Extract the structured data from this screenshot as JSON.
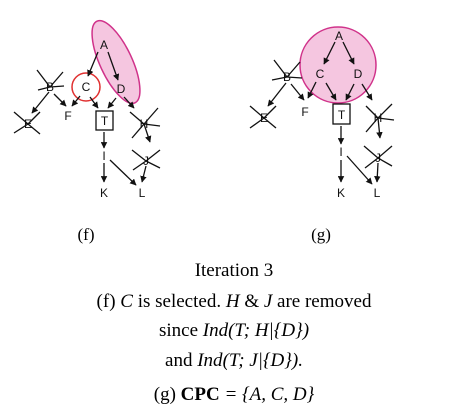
{
  "panels": {
    "f": {
      "label": "(f)",
      "nodes": {
        "A": "A",
        "B": "B",
        "C": "C",
        "D": "D",
        "E": "E",
        "F": "F",
        "T": "T",
        "H": "H",
        "I": "I",
        "J": "J",
        "K": "K",
        "L": "L"
      }
    },
    "g": {
      "label": "(g)",
      "nodes": {
        "A": "A",
        "B": "B",
        "C": "C",
        "D": "D",
        "E": "E",
        "F": "F",
        "T": "T",
        "H": "H",
        "I": "I",
        "J": "J",
        "K": "K",
        "L": "L"
      }
    }
  },
  "caption": {
    "title": "Iteration 3",
    "line1_prefix": "(f) ",
    "line1_var": "C",
    "line1_mid": " is selected. ",
    "line1_h": "H",
    "line1_amp": " & ",
    "line1_j": "J",
    "line1_suffix": " are removed",
    "line2_prefix": "since ",
    "line2_ind": "Ind",
    "line2_args": "(T; H|{D})",
    "line3_prefix": "and ",
    "line3_ind": "Ind",
    "line3_args": "(T; J|{D}).",
    "line4_prefix": "(g) ",
    "line4_bold": "CPC",
    "line4_suffix": " = {A, C, D}"
  },
  "colors": {
    "highlight_fill": "#f5c6e0",
    "highlight_stroke": "#d0328a",
    "selected_circle": "#e03030",
    "edge": "#111111"
  }
}
